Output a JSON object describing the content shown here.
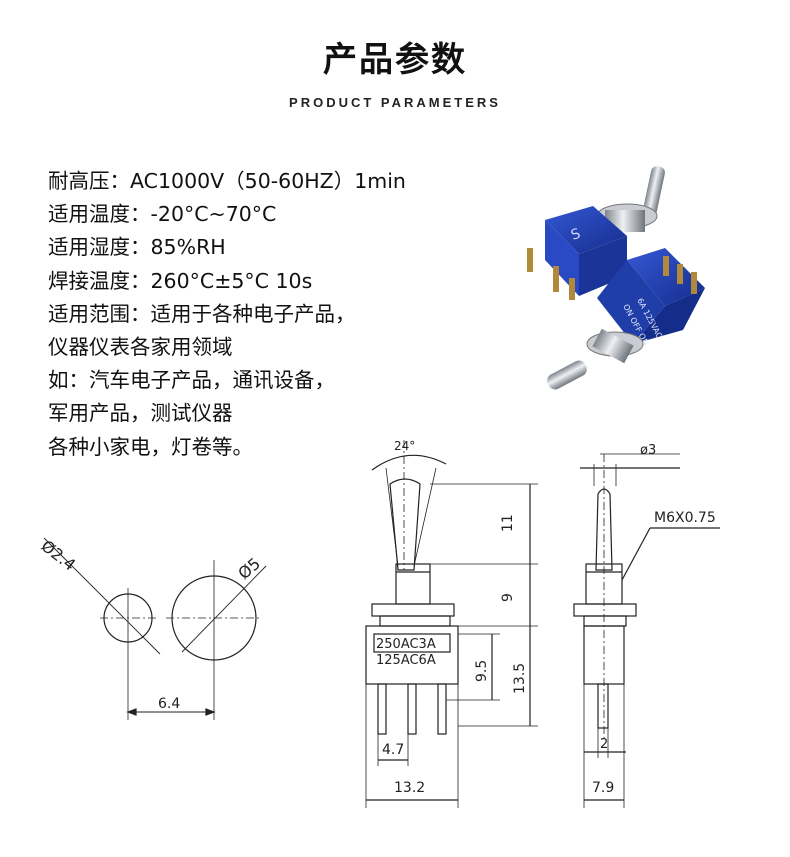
{
  "header": {
    "title": "产品参数",
    "subtitle": "PRODUCT PARAMETERS"
  },
  "specs": [
    "耐高压：AC1000V（50-60HZ）1min",
    "适用温度：-20°C~70°C",
    "适用湿度：85%RH",
    "焊接温度：260°C±5°C 10s",
    "适用范围：适用于各种电子产品，",
    "仪器仪表各家用领域",
    "如：汽车电子产品，通讯设备，",
    "军用产品，测试仪器",
    "各种小家电，灯卷等。"
  ],
  "photo": {
    "switch_a_label": "S",
    "switch_b_label_1": "ON OFF ON",
    "switch_b_label_2": "6A 125VAC"
  },
  "drawing": {
    "hole_small": "Ø2.4",
    "hole_large": "Ø5",
    "hole_spacing": "6.4",
    "lever_angle": "24°",
    "lever_height": "11",
    "bushing_height": "9",
    "rating_1": "250AC3A",
    "rating_2": "125AC6A",
    "pin_height": "9.5",
    "body_height": "13.5",
    "pin_pitch": "4.7",
    "body_width": "13.2",
    "lever_dia": "ø3",
    "thread": "M6X0.75",
    "pin_width": "2",
    "side_width": "7.9"
  },
  "colors": {
    "switch_body": "#1f3fb0",
    "metal": "#b9bec6",
    "line": "#222222"
  }
}
